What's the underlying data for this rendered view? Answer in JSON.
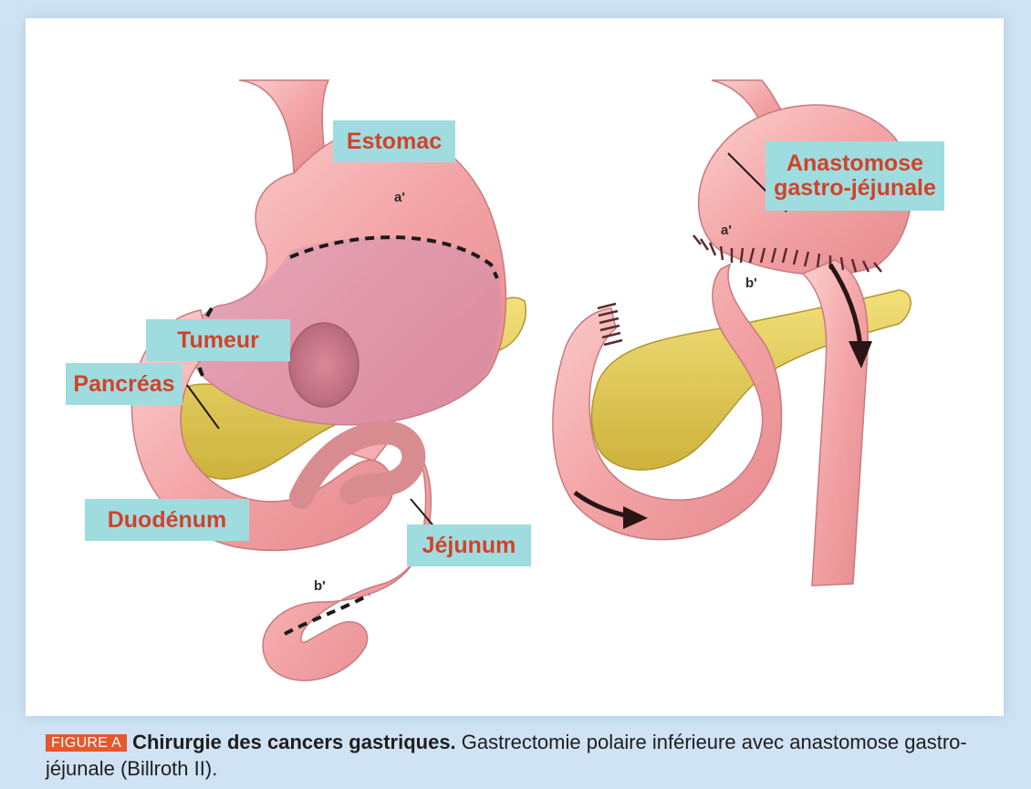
{
  "labels": {
    "estomac": "Estomac",
    "tumeur": "Tumeur",
    "pancreas": "Pancréas",
    "duodenum": "Duodénum",
    "jejunum": "Jéjunum",
    "anastomose_line1": "Anastomose",
    "anastomose_line2": "gastro-jéjunale"
  },
  "marks": {
    "a_prime_left": "a'",
    "b_prime_left": "b'",
    "a_prime_right": "a'",
    "b_prime_right": "b'"
  },
  "caption": {
    "badge": "FIGURE A",
    "title": "Chirurgie des cancers gastriques.",
    "text": "Gastrectomie polaire inférieure avec anastomose gastro-jéjunale (Billroth II)."
  },
  "colors": {
    "background": "#cfe3f4",
    "label_fill": "#9fdcdf",
    "label_text": "#d2422a",
    "badge": "#e4582b",
    "tissue": "#f4a7a8",
    "pancreas": "#e7cf55"
  }
}
